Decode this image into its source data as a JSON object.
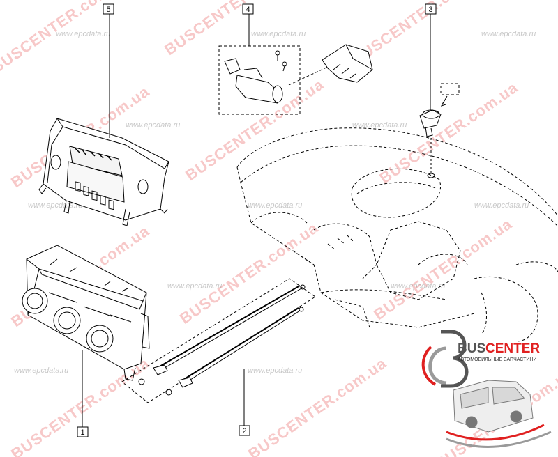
{
  "callouts": [
    "1",
    "2",
    "3",
    "4",
    "5"
  ],
  "watermarks": {
    "brand": "BUSCENTER",
    "domain": ".com.ua",
    "epc": "www.epcdata.ru"
  },
  "logo": {
    "bus": "BUS",
    "center": "CENTER",
    "subtitle": "АВТОМОБИЛЬНЫЕ ЗАПЧАСТИНИ"
  },
  "colors": {
    "line": "#000000",
    "watermark_red": "#e23b3b",
    "logo_bus": "#555555",
    "logo_center": "#e02020"
  }
}
